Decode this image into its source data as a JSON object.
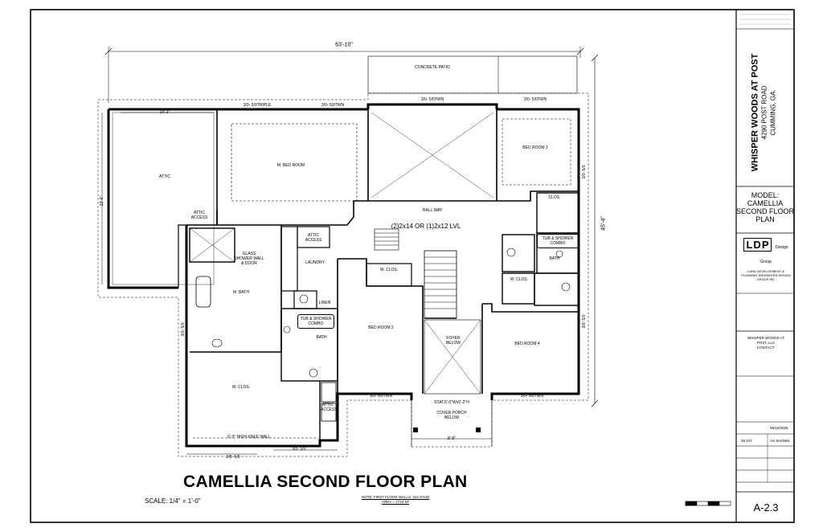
{
  "sheet": {
    "title": "CAMELLIA SECOND FLOOR PLAN",
    "scale": "SCALE: 1/4\" = 1'-0\"",
    "note_line1": "NOTE: FIRST FLOOR WALLS: 2x4 STUD",
    "note_line2": "AREA = 1734 SF",
    "project_name": "WHISPER WOODS AT POST",
    "project_address1": "4290 POST ROAD",
    "project_address2": "CUMMING, GA.",
    "model_line1": "MODEL:",
    "model_line2": "CAMELLIA",
    "model_line3": "SECOND FLOOR",
    "model_line4": "PLAN",
    "firm_logo": "LDP",
    "firm_sub": "Design Group",
    "firm_line1": "LAND DEVELOPMENT &",
    "firm_line2": "PLANNING ENGINEERS DESIGN",
    "firm_line3": "GROUP INC",
    "builder_line1": "WHISPER WOODS AT",
    "builder_line2": "POST, LLC",
    "builder_line3": "CONTACT:",
    "date_value": "06/10/2025",
    "project_number": "25-107",
    "scale_value": "AS SHOWN",
    "sheet_number": "A-2.3"
  },
  "plan": {
    "overall_width": "63'-10\"",
    "overall_depth": "45'-4\"",
    "concrete_patio": "CONCRETE PATIO",
    "attic": "ATTIC",
    "attic_access": "ATTIC ACCESS",
    "m_bedroom": "M. BED ROOM",
    "m_bath": "M. BATH",
    "w_clos": "W. CLOS.",
    "glass_shower": "GLASS SHOWER WALL & DOOR",
    "laundry": "LAUNDRY",
    "tub_shower": "TUB & SHOWER COMBO",
    "bath": "BATH",
    "linen": "LINEN",
    "hall_way": "HALL WAY",
    "lvl": "(2)2x14 OR (1)2x12 LVL",
    "bedroom2": "BED ROOM 2",
    "bedroom3": "BED ROOM 3",
    "bedroom4": "BED ROOM 4",
    "clos": "CLOS.",
    "foyer_below": "FOYER BELOW",
    "cover_porch": "COVER PORCH BELOW",
    "stat": "STAT.5'-0\"Wx5'-2\"H",
    "knee_wall": "6'-0\" HIGH KNEE WALL",
    "win_a": "3/0- 5/0TRIPLE",
    "win_b": "3/0- 5/0TWN",
    "win_c": "3/0- 5/0",
    "dim_14": "14'-2\"",
    "dim_23": "23'-6\"",
    "dim_8": "8'-8\""
  }
}
